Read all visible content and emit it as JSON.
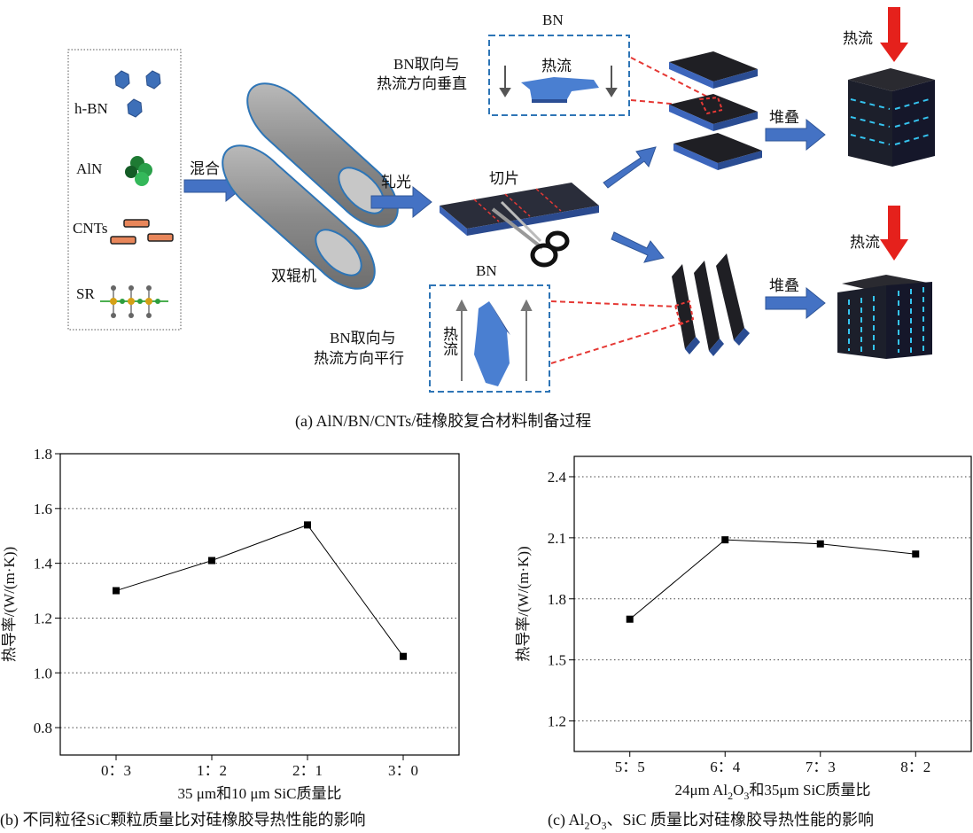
{
  "panel_a": {
    "caption": "(a) AlN/BN/CNTs/硅橡胶复合材料制备过程",
    "materials": [
      "h-BN",
      "AlN",
      "CNTs",
      "SR"
    ],
    "step_mix": "混合",
    "machine": "双辊机",
    "step_calender": "轧光",
    "step_slice": "切片",
    "step_stack_top": "堆叠",
    "step_stack_bottom": "堆叠",
    "inset_top_title": "BN",
    "inset_top_inner": "热流",
    "inset_top_desc_1": "BN取向与",
    "inset_top_desc_2": "热流方向垂直",
    "inset_bottom_title": "BN",
    "inset_bottom_inner": "热流",
    "inset_bottom_desc_1": "BN取向与",
    "inset_bottom_desc_2": "热流方向平行",
    "heat_flow_top": "热流",
    "heat_flow_bottom": "热流"
  },
  "chart_data": [
    {
      "type": "line",
      "caption": "(b) 不同粒径SiC颗粒质量比对硅橡胶导热性能的影响",
      "categories": [
        "0：3",
        "1：2",
        "2：1",
        "3：0"
      ],
      "values": [
        1.3,
        1.41,
        1.54,
        1.06
      ],
      "xlabel": "35 μm和10 μm SiC质量比",
      "ylabel": "热导率/(W/(m·K))",
      "ylim": [
        0.7,
        1.8
      ],
      "yticks": [
        "0.8",
        "1.0",
        "1.2",
        "1.4",
        "1.6",
        "1.8"
      ],
      "grid": "horizontal dotted"
    },
    {
      "type": "line",
      "caption_pre": "(c) Al",
      "caption_sub1": "2",
      "caption_mid": "O",
      "caption_sub2": "3",
      "caption_post": "、SiC 质量比对硅橡胶导热性能的影响",
      "categories": [
        "5：5",
        "6：4",
        "7：3",
        "8：2"
      ],
      "values": [
        1.7,
        2.09,
        2.07,
        2.02
      ],
      "xlabel_pre": "24μm Al",
      "xlabel_sub1": "2",
      "xlabel_mid": "O",
      "xlabel_sub2": "3",
      "xlabel_post": "和35μm SiC质量比",
      "ylabel": "热导率/(W/(m·K))",
      "ylim": [
        1.05,
        2.5
      ],
      "yticks": [
        "1.2",
        "1.5",
        "1.8",
        "2.1",
        "2.4"
      ],
      "grid": "horizontal dotted"
    }
  ]
}
